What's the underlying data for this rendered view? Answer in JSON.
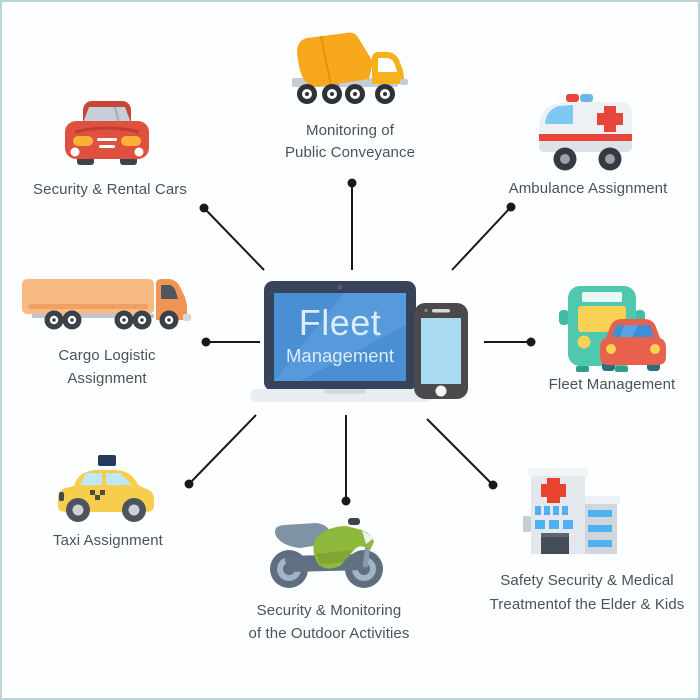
{
  "canvas": {
    "background": "#fdfeff",
    "border_color": "#b7d5da",
    "connector_color": "#17191b",
    "label_color": "#4c5257"
  },
  "center": {
    "screen_title_line1": "Fleet",
    "screen_title_line2": "Management",
    "laptop_icon": "laptop-icon",
    "phone_icon": "smartphone-icon",
    "screen_color": "#4a8fd4",
    "screen_text_color": "#dcecf9"
  },
  "nodes": [
    {
      "id": "security-rental-cars",
      "icon": "car-icon",
      "label_line1": "Security & Rental Cars",
      "label_line2": ""
    },
    {
      "id": "monitoring-public-conveyance",
      "icon": "mixer-truck-icon",
      "label_line1": "Monitoring of",
      "label_line2": "Public Conveyance"
    },
    {
      "id": "ambulance-assignment",
      "icon": "ambulance-icon",
      "label_line1": "Ambulance Assignment",
      "label_line2": ""
    },
    {
      "id": "cargo-logistic-assignment",
      "icon": "cargo-truck-icon",
      "label_line1": "Cargo Logistic",
      "label_line2": "Assignment"
    },
    {
      "id": "fleet-management",
      "icon": "bus-car-icon",
      "label_line1": "Fleet Management",
      "label_line2": ""
    },
    {
      "id": "taxi-assignment",
      "icon": "taxi-icon",
      "label_line1": "Taxi Assignment",
      "label_line2": ""
    },
    {
      "id": "outdoor-activities-monitoring",
      "icon": "motorcycle-icon",
      "label_line1": "Security & Monitoring",
      "label_line2": "of the Outdoor Activities"
    },
    {
      "id": "elder-kids-medical-treatment",
      "icon": "hospital-icon",
      "label_line1": "Safety Security & Medical",
      "label_line2": "Treatmentof the Elder & Kids"
    }
  ]
}
